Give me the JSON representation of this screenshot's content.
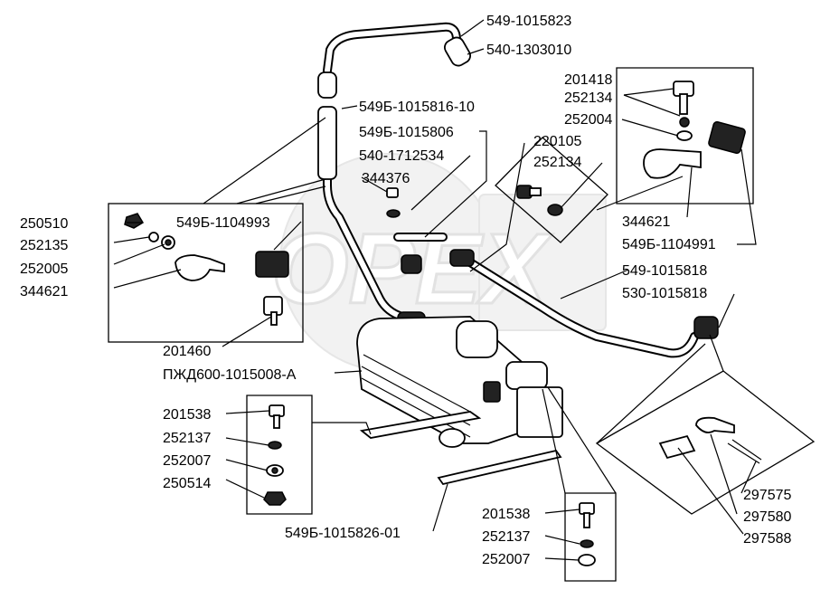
{
  "watermark": {
    "text": "ОРЕХ"
  },
  "labels": {
    "l_549_1015823": "549-1015823",
    "l_540_1303010": "540-1303010",
    "l_201418": "201418",
    "l_252134_top": "252134",
    "l_252004": "252004",
    "l_549B_1015816_10": "549Б-1015816-10",
    "l_549B_1015806": "549Б-1015806",
    "l_220105": "220105",
    "l_540_1712534": "540-1712534",
    "l_252134_mid": "252134",
    "l_344376": "344376",
    "l_250510": "250510",
    "l_549B_1104993": "549Б-1104993",
    "l_252135": "252135",
    "l_344621_right": "344621",
    "l_252005": "252005",
    "l_549B_1104991": "549Б-1104991",
    "l_344621_left": "344621",
    "l_549_1015818": "549-1015818",
    "l_530_1015818": "530-1015818",
    "l_201460": "201460",
    "l_PZhD600": "ПЖД600-1015008-А",
    "l_201538_left": "201538",
    "l_252137_left": "252137",
    "l_252007_left": "252007",
    "l_250514": "250514",
    "l_549B_1015826_01": "549Б-1015826-01",
    "l_201538_right": "201538",
    "l_252137_right": "252137",
    "l_252007_right": "252007",
    "l_297575": "297575",
    "l_297580": "297580",
    "l_297588": "297588"
  }
}
